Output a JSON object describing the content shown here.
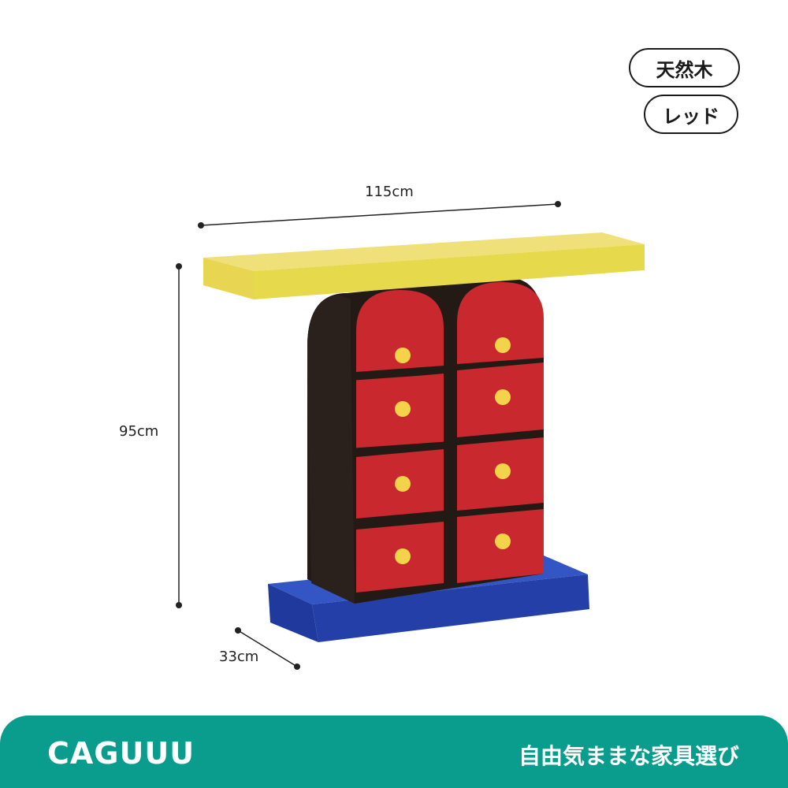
{
  "options": {
    "wood_label": "天然木",
    "color_label": "レッド"
  },
  "dimensions": {
    "width": "115cm",
    "height": "95cm",
    "depth": "33cm"
  },
  "footer": {
    "brand": "CAGUUU",
    "tagline": "自由気ままな家具選び"
  },
  "colors": {
    "top_board": "#f0e07a",
    "top_edge": "#e6d94c",
    "drawers": "#c8282e",
    "body": "#231a16",
    "base": "#2440a8",
    "knobs": "#f2d34a",
    "footer": "#0a9d8d"
  }
}
